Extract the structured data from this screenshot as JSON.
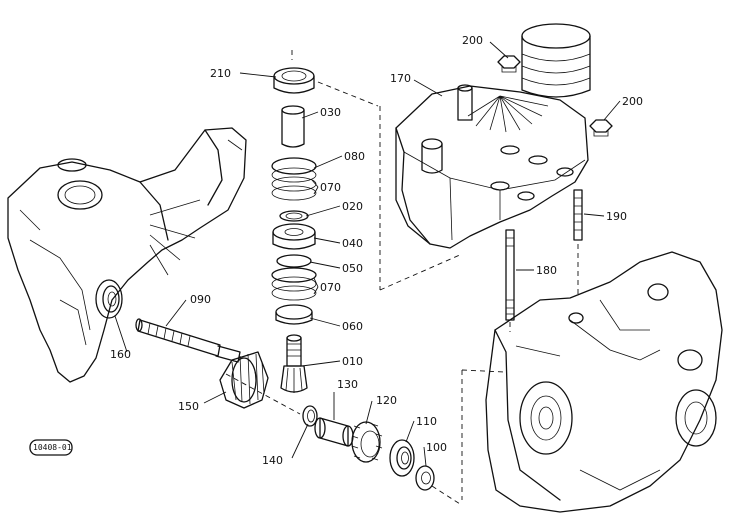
{
  "drawing_id": "10408-01",
  "parts": [
    {
      "id": "p210",
      "label": "210"
    },
    {
      "id": "p030",
      "label": "030"
    },
    {
      "id": "p080",
      "label": "080"
    },
    {
      "id": "p070a",
      "label": "070"
    },
    {
      "id": "p020",
      "label": "020"
    },
    {
      "id": "p040",
      "label": "040"
    },
    {
      "id": "p050",
      "label": "050"
    },
    {
      "id": "p070b",
      "label": "070"
    },
    {
      "id": "p060",
      "label": "060"
    },
    {
      "id": "p010",
      "label": "010"
    },
    {
      "id": "p090",
      "label": "090"
    },
    {
      "id": "p160",
      "label": "160"
    },
    {
      "id": "p150",
      "label": "150"
    },
    {
      "id": "p130",
      "label": "130"
    },
    {
      "id": "p120",
      "label": "120"
    },
    {
      "id": "p140",
      "label": "140"
    },
    {
      "id": "p110",
      "label": "110"
    },
    {
      "id": "p100",
      "label": "100"
    },
    {
      "id": "p170",
      "label": "170"
    },
    {
      "id": "p200a",
      "label": "200"
    },
    {
      "id": "p200b",
      "label": "200"
    },
    {
      "id": "p190",
      "label": "190"
    },
    {
      "id": "p180",
      "label": "180"
    }
  ]
}
